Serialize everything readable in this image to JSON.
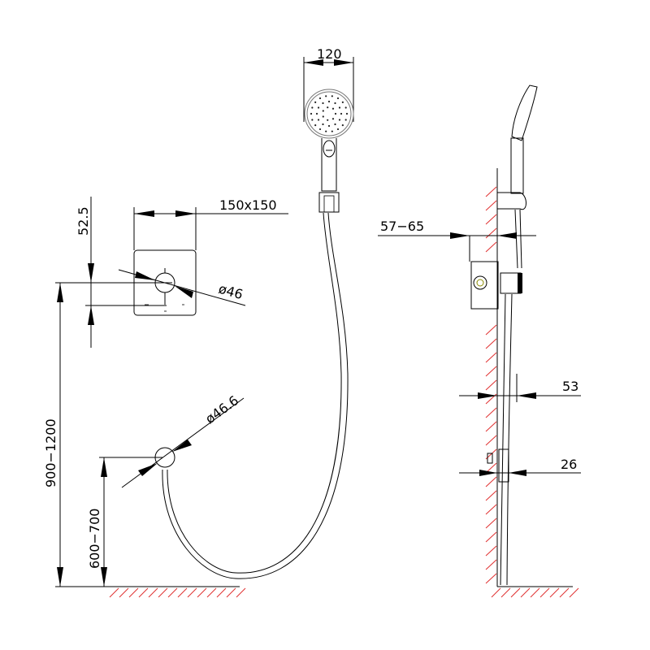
{
  "colors": {
    "line": "#000000",
    "hatch": "#e03030",
    "background": "#ffffff"
  },
  "dimensions": {
    "head_width": "120",
    "plate_size": "150x150",
    "plate_offset": "52.5",
    "handle_diameter": "ø46",
    "mixer_height": "900−1200",
    "outlet_height": "600−700",
    "outlet_diameter": "ø46.6",
    "recess_depth": "57−65",
    "rail_offset": "53",
    "outlet_offset": "26"
  }
}
